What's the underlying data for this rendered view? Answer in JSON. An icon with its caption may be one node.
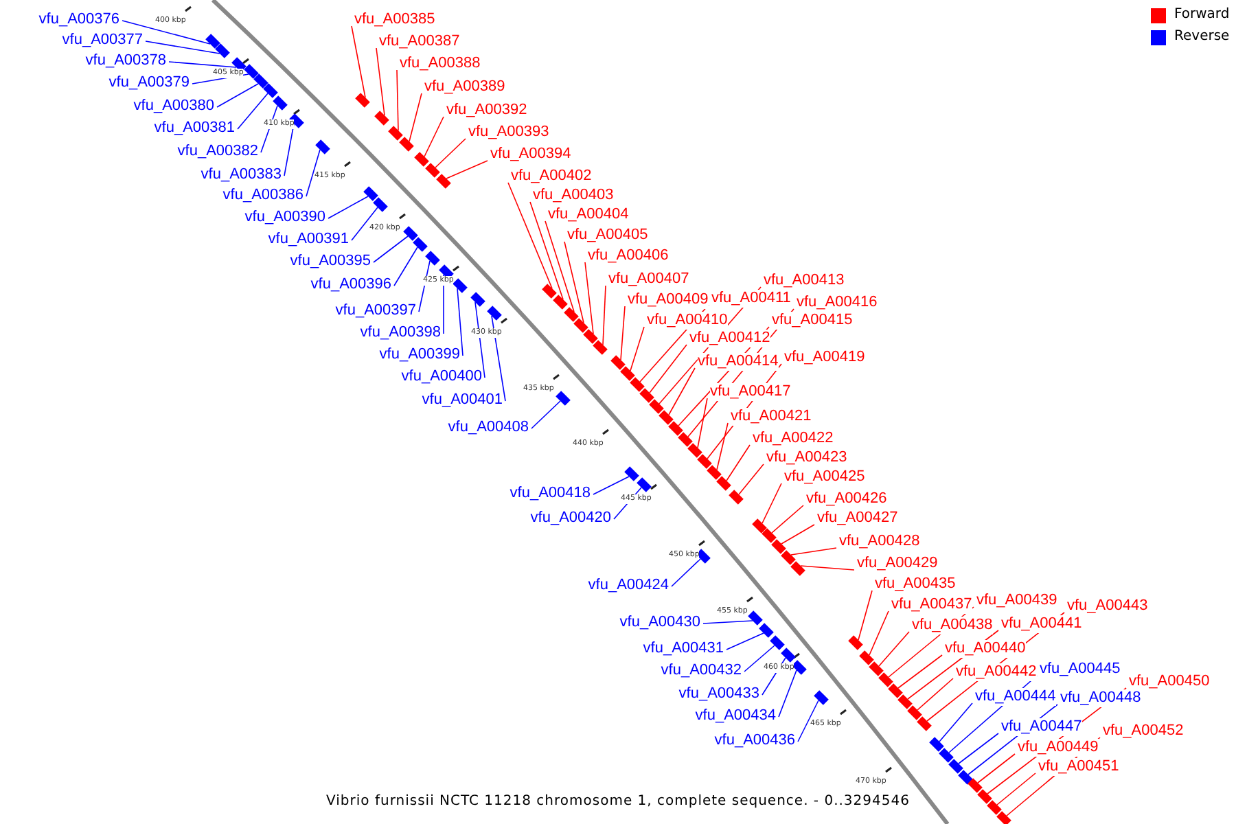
{
  "diagram": {
    "caption": "Vibrio furnissii NCTC 11218 chromosome 1, complete sequence. - 0..3294546",
    "nodes": [
      {
        "text": [
          "vfu_A00376"
        ]
      },
      {
        "text": [
          "vfu_A00377"
        ]
      },
      {
        "text": [
          "vfu_A00378"
        ]
      },
      {
        "text": [
          "vfu_A00379"
        ]
      },
      {
        "text": [
          "vfu_A00380"
        ]
      },
      {
        "text": [
          "vfu_A00381"
        ]
      },
      {
        "text": [
          "vfu_A00382"
        ]
      },
      {
        "text": [
          "vfu_A00383"
        ]
      },
      {
        "text": [
          "vfu_A00385"
        ]
      },
      {
        "text": [
          "vfu_A00386"
        ]
      },
      {
        "text": [
          "vfu_A00387"
        ]
      },
      {
        "text": [
          "vfu_A00388"
        ]
      },
      {
        "text": [
          "vfu_A00389"
        ]
      },
      {
        "text": [
          "vfu_A00390"
        ]
      },
      {
        "text": [
          "vfu_A00391"
        ]
      },
      {
        "text": [
          "vfu_A00392"
        ]
      },
      {
        "text": [
          "vfu_A00393"
        ]
      },
      {
        "text": [
          "vfu_A00394"
        ]
      },
      {
        "text": [
          "vfu_A00395"
        ]
      },
      {
        "text": [
          "vfu_A00396"
        ]
      },
      {
        "text": [
          "vfu_A00397"
        ]
      },
      {
        "text": [
          "vfu_A00398"
        ]
      },
      {
        "text": [
          "vfu_A00399"
        ]
      },
      {
        "text": [
          "vfu_A00400"
        ]
      },
      {
        "text": [
          "vfu_A00401"
        ]
      },
      {
        "text": [
          "vfu_A00402"
        ]
      },
      {
        "text": [
          "vfu_A00403"
        ]
      },
      {
        "text": [
          "vfu_A00404"
        ]
      },
      {
        "text": [
          "vfu_A00405"
        ]
      },
      {
        "text": [
          "vfu_A00406"
        ]
      },
      {
        "text": [
          "vfu_A00407"
        ]
      },
      {
        "text": [
          "vfu_A00408"
        ]
      },
      {
        "text": [
          "vfu_A00409"
        ]
      },
      {
        "text": [
          "vfu_A00410"
        ]
      },
      {
        "text": [
          "vfu_A00411"
        ]
      },
      {
        "text": [
          "vfu_A00412"
        ]
      },
      {
        "text": [
          "vfu_A00413"
        ]
      },
      {
        "text": [
          "vfu_A00414"
        ]
      },
      {
        "text": [
          "vfu_A00415"
        ]
      },
      {
        "text": [
          "vfu_A00416"
        ]
      },
      {
        "text": [
          "vfu_A00417"
        ]
      },
      {
        "text": [
          "vfu_A00418"
        ]
      },
      {
        "text": [
          "vfu_A00419"
        ]
      },
      {
        "text": [
          "vfu_A00420"
        ]
      },
      {
        "text": [
          "vfu_A00421"
        ]
      },
      {
        "text": [
          "vfu_A00422"
        ]
      },
      {
        "text": [
          "vfu_A00423"
        ]
      },
      {
        "text": [
          "vfu_A00424"
        ]
      },
      {
        "text": [
          "vfu_A00425"
        ]
      },
      {
        "text": [
          "vfu_A00426"
        ]
      },
      {
        "text": [
          "vfu_A00427"
        ]
      },
      {
        "text": [
          "vfu_A00428"
        ]
      },
      {
        "text": [
          "vfu_A00429"
        ]
      },
      {
        "text": [
          "vfu_A00430"
        ]
      },
      {
        "text": [
          "vfu_A00431"
        ]
      },
      {
        "text": [
          "vfu_A00432"
        ]
      },
      {
        "text": [
          "vfu_A00433"
        ]
      },
      {
        "text": [
          "vfu_A00434"
        ]
      },
      {
        "text": [
          "vfu_A00435"
        ]
      },
      {
        "text": [
          "vfu_A00436"
        ]
      },
      {
        "text": [
          "vfu_A00437"
        ]
      },
      {
        "text": [
          "vfu_A00438"
        ]
      },
      {
        "text": [
          "vfu_A00439"
        ]
      },
      {
        "text": [
          "vfu_A00440"
        ]
      },
      {
        "text": [
          "vfu_A00441"
        ]
      },
      {
        "text": [
          "vfu_A00442"
        ]
      },
      {
        "text": [
          "vfu_A00443"
        ]
      },
      {
        "text": [
          "vfu_A00444"
        ]
      },
      {
        "text": [
          "vfu_A00445"
        ]
      },
      {
        "text": [
          "vfu_A00447"
        ]
      },
      {
        "text": [
          "vfu_A00448"
        ]
      },
      {
        "text": [
          "vfu_A00449"
        ]
      },
      {
        "text": [
          "vfu_A00450"
        ]
      },
      {
        "text": [
          "vfu_A00451"
        ]
      },
      {
        "text": [
          "vfu_A00452"
        ]
      },
      {
        "text": [],
        "shape": "box"
      },
      {
        "text": [],
        "shape": "box"
      },
      {
        "text": [],
        "shape": "box"
      },
      {
        "text": [],
        "shape": "box"
      },
      {
        "text": [],
        "shape": "box"
      },
      {
        "text": [],
        "shape": "box"
      },
      {
        "text": [],
        "shape": "box"
      },
      {
        "text": [],
        "shape": "box"
      },
      {
        "text": [],
        "shape": "box"
      },
      {
        "text": [],
        "shape": "box"
      },
      {
        "text": [],
        "shape": "box"
      },
      {
        "text": [],
        "shape": "box"
      },
      {
        "text": [],
        "shape": "box"
      },
      {
        "text": [],
        "shape": "box"
      },
      {
        "text": [],
        "shape": "box"
      },
      {
        "text": [],
        "shape": "box"
      },
      {
        "text": [],
        "shape": "box"
      },
      {
        "text": [],
        "shape": "box"
      },
      {
        "text": [],
        "shape": "box"
      },
      {
        "text": [],
        "shape": "box"
      },
      {
        "text": [],
        "shape": "box"
      },
      {
        "text": [],
        "shape": "box"
      },
      {
        "text": [],
        "shape": "box"
      },
      {
        "text": [],
        "shape": "box"
      },
      {
        "text": [],
        "shape": "box"
      },
      {
        "text": [],
        "shape": "box"
      },
      {
        "text": [],
        "shape": "box"
      },
      {
        "text": [],
        "shape": "box"
      },
      {
        "text": [],
        "shape": "box"
      },
      {
        "text": [],
        "shape": "box"
      },
      {
        "text": [],
        "shape": "box"
      },
      {
        "text": [],
        "shape": "box"
      },
      {
        "text": [],
        "shape": "box"
      },
      {
        "text": [],
        "shape": "box"
      },
      {
        "text": [],
        "shape": "box"
      },
      {
        "text": [],
        "shape": "box"
      },
      {
        "text": [],
        "shape": "box"
      },
      {
        "text": [],
        "shape": "box"
      },
      {
        "text": [],
        "shape": "box"
      },
      {
        "text": [],
        "shape": "box"
      },
      {
        "text": [],
        "shape": "box"
      },
      {
        "text": [],
        "shape": "box"
      },
      {
        "text": [],
        "shape": "box"
      },
      {
        "text": [],
        "shape": "box"
      },
      {
        "text": [],
        "shape": "box"
      },
      {
        "text": [],
        "shape": "box"
      },
      {
        "text": [],
        "shape": "box"
      },
      {
        "text": [],
        "shape": "box"
      },
      {
        "text": [],
        "shape": "box"
      },
      {
        "text": [],
        "shape": "box"
      },
      {
        "text": [],
        "shape": "box"
      },
      {
        "text": [],
        "shape": "box"
      },
      {
        "text": [],
        "shape": "box"
      },
      {
        "text": [],
        "shape": "box"
      },
      {
        "text": [],
        "shape": "box"
      },
      {
        "text": [],
        "shape": "box"
      },
      {
        "text": [],
        "shape": "box"
      },
      {
        "text": [],
        "shape": "box"
      },
      {
        "text": [],
        "shape": "box"
      },
      {
        "text": [],
        "shape": "box"
      },
      {
        "text": [],
        "shape": "box"
      },
      {
        "text": [],
        "shape": "box"
      },
      {
        "text": [],
        "shape": "box"
      },
      {
        "text": [],
        "shape": "box"
      },
      {
        "text": [],
        "shape": "box"
      },
      {
        "text": [],
        "shape": "box"
      },
      {
        "text": [],
        "shape": "box"
      },
      {
        "text": [],
        "shape": "box"
      },
      {
        "text": [],
        "shape": "box"
      },
      {
        "text": [],
        "shape": "box"
      },
      {
        "text": [],
        "shape": "box"
      },
      {
        "text": [],
        "shape": "box"
      },
      {
        "text": [],
        "shape": "box"
      },
      {
        "text": [],
        "shape": "box"
      },
      {
        "text": [],
        "shape": "box"
      }
    ],
    "edges": [
      {
        "from": 0,
        "to": 75,
        "arrow": "none",
        "color": "#0000ff"
      },
      {
        "from": 1,
        "to": 76,
        "arrow": "none",
        "color": "#0000ff"
      },
      {
        "from": 2,
        "to": 77,
        "arrow": "none",
        "color": "#0000ff"
      },
      {
        "from": 3,
        "to": 78,
        "arrow": "none",
        "color": "#0000ff"
      },
      {
        "from": 4,
        "to": 79,
        "arrow": "none",
        "color": "#0000ff"
      },
      {
        "from": 5,
        "to": 80,
        "arrow": "none",
        "color": "#0000ff"
      },
      {
        "from": 6,
        "to": 81,
        "arrow": "none",
        "color": "#0000ff"
      },
      {
        "from": 7,
        "to": 82,
        "arrow": "none",
        "color": "#0000ff"
      },
      {
        "from": 8,
        "to": 83,
        "arrow": "none"
      },
      {
        "from": 9,
        "to": 84,
        "arrow": "none",
        "color": "#0000ff"
      },
      {
        "from": 10,
        "to": 85,
        "arrow": "none"
      },
      {
        "from": 11,
        "to": 86,
        "arrow": "none"
      },
      {
        "from": 12,
        "to": 87,
        "arrow": "none"
      },
      {
        "from": 13,
        "to": 88,
        "arrow": "none",
        "color": "#0000ff"
      },
      {
        "from": 14,
        "to": 89,
        "arrow": "none",
        "color": "#0000ff"
      },
      {
        "from": 15,
        "to": 90,
        "arrow": "none"
      },
      {
        "from": 16,
        "to": 91,
        "arrow": "none"
      },
      {
        "from": 17,
        "to": 92,
        "arrow": "none"
      },
      {
        "from": 18,
        "to": 93,
        "arrow": "none",
        "color": "#0000ff"
      },
      {
        "from": 19,
        "to": 94,
        "arrow": "none",
        "color": "#0000ff"
      },
      {
        "from": 20,
        "to": 95,
        "arrow": "none",
        "color": "#0000ff"
      },
      {
        "from": 21,
        "to": 96,
        "arrow": "none",
        "color": "#0000ff"
      },
      {
        "from": 22,
        "to": 97,
        "arrow": "none",
        "color": "#0000ff"
      },
      {
        "from": 23,
        "to": 98,
        "arrow": "none",
        "color": "#0000ff"
      },
      {
        "from": 24,
        "to": 99,
        "arrow": "none",
        "color": "#0000ff"
      },
      {
        "from": 25,
        "to": 100,
        "arrow": "none"
      },
      {
        "from": 26,
        "to": 101,
        "arrow": "none"
      },
      {
        "from": 27,
        "to": 102,
        "arrow": "none"
      },
      {
        "from": 28,
        "to": 103,
        "arrow": "none"
      },
      {
        "from": 29,
        "to": 104,
        "arrow": "none"
      },
      {
        "from": 30,
        "to": 105,
        "arrow": "none"
      },
      {
        "from": 31,
        "to": 106,
        "arrow": "none",
        "color": "#0000ff"
      },
      {
        "from": 32,
        "to": 107,
        "arrow": "none"
      },
      {
        "from": 33,
        "to": 108,
        "arrow": "none"
      },
      {
        "from": 34,
        "to": 109,
        "arrow": "none"
      },
      {
        "from": 35,
        "to": 110,
        "arrow": "none"
      },
      {
        "from": 36,
        "to": 111,
        "arrow": "none"
      },
      {
        "from": 37,
        "to": 112,
        "arrow": "none"
      },
      {
        "from": 38,
        "to": 113,
        "arrow": "none"
      },
      {
        "from": 39,
        "to": 114,
        "arrow": "none"
      },
      {
        "from": 40,
        "to": 115,
        "arrow": "none"
      },
      {
        "from": 41,
        "to": 116,
        "arrow": "none",
        "color": "#0000ff"
      },
      {
        "from": 42,
        "to": 117,
        "arrow": "none"
      },
      {
        "from": 43,
        "to": 118,
        "arrow": "none",
        "color": "#0000ff"
      },
      {
        "from": 44,
        "to": 119,
        "arrow": "none"
      },
      {
        "from": 45,
        "to": 120,
        "arrow": "none"
      },
      {
        "from": 46,
        "to": 121,
        "arrow": "none"
      },
      {
        "from": 47,
        "to": 122,
        "arrow": "none",
        "color": "#0000ff"
      },
      {
        "from": 48,
        "to": 123,
        "arrow": "none"
      },
      {
        "from": 49,
        "to": 124,
        "arrow": "none"
      },
      {
        "from": 50,
        "to": 125,
        "arrow": "none"
      },
      {
        "from": 51,
        "to": 126,
        "arrow": "none"
      },
      {
        "from": 52,
        "to": 127,
        "arrow": "none"
      },
      {
        "from": 53,
        "to": 128,
        "arrow": "none",
        "color": "#0000ff"
      },
      {
        "from": 54,
        "to": 129,
        "arrow": "none",
        "color": "#0000ff"
      },
      {
        "from": 55,
        "to": 130,
        "arrow": "none",
        "color": "#0000ff"
      },
      {
        "from": 56,
        "to": 131,
        "arrow": "none",
        "color": "#0000ff"
      },
      {
        "from": 57,
        "to": 132,
        "arrow": "none",
        "color": "#0000ff"
      },
      {
        "from": 58,
        "to": 133,
        "arrow": "none"
      },
      {
        "from": 59,
        "to": 134,
        "arrow": "none",
        "color": "#0000ff"
      },
      {
        "from": 60,
        "to": 135,
        "arrow": "none"
      },
      {
        "from": 61,
        "to": 136,
        "arrow": "none"
      },
      {
        "from": 62,
        "to": 137,
        "arrow": "none"
      },
      {
        "from": 63,
        "to": 138,
        "arrow": "none"
      },
      {
        "from": 64,
        "to": 139,
        "arrow": "none"
      },
      {
        "from": 65,
        "to": 140,
        "arrow": "none"
      },
      {
        "from": 66,
        "to": 141,
        "arrow": "none"
      },
      {
        "from": 67,
        "to": 142,
        "arrow": "none",
        "color": "#0000ff"
      },
      {
        "from": 68,
        "to": 143,
        "arrow": "none",
        "color": "#0000ff"
      },
      {
        "from": 69,
        "to": 144,
        "arrow": "none",
        "color": "#0000ff"
      },
      {
        "from": 70,
        "to": 145,
        "arrow": "none",
        "color": "#0000ff"
      },
      {
        "from": 71,
        "to": 146,
        "arrow": "none"
      },
      {
        "from": 72,
        "to": 147,
        "arrow": "none"
      },
      {
        "from": 73,
        "to": 148,
        "arrow": "none"
      },
      {
        "from": 74,
        "to": 149,
        "arrow": "none"
      }
    ],
    "labels": [
      "400 kbp",
      "405 kbp",
      "410 kbp",
      "415 kbp",
      "420 kbp",
      "425 kbp",
      "430 kbp",
      "435 kbp",
      "440 kbp",
      "445 kbp",
      "450 kbp",
      "455 kbp",
      "460 kbp",
      "465 kbp",
      "470 kbp"
    ],
    "legend": [
      {
        "text": "Forward",
        "color": "#ff0000"
      },
      {
        "text": "Reverse",
        "color": "#0000ff"
      }
    ]
  }
}
